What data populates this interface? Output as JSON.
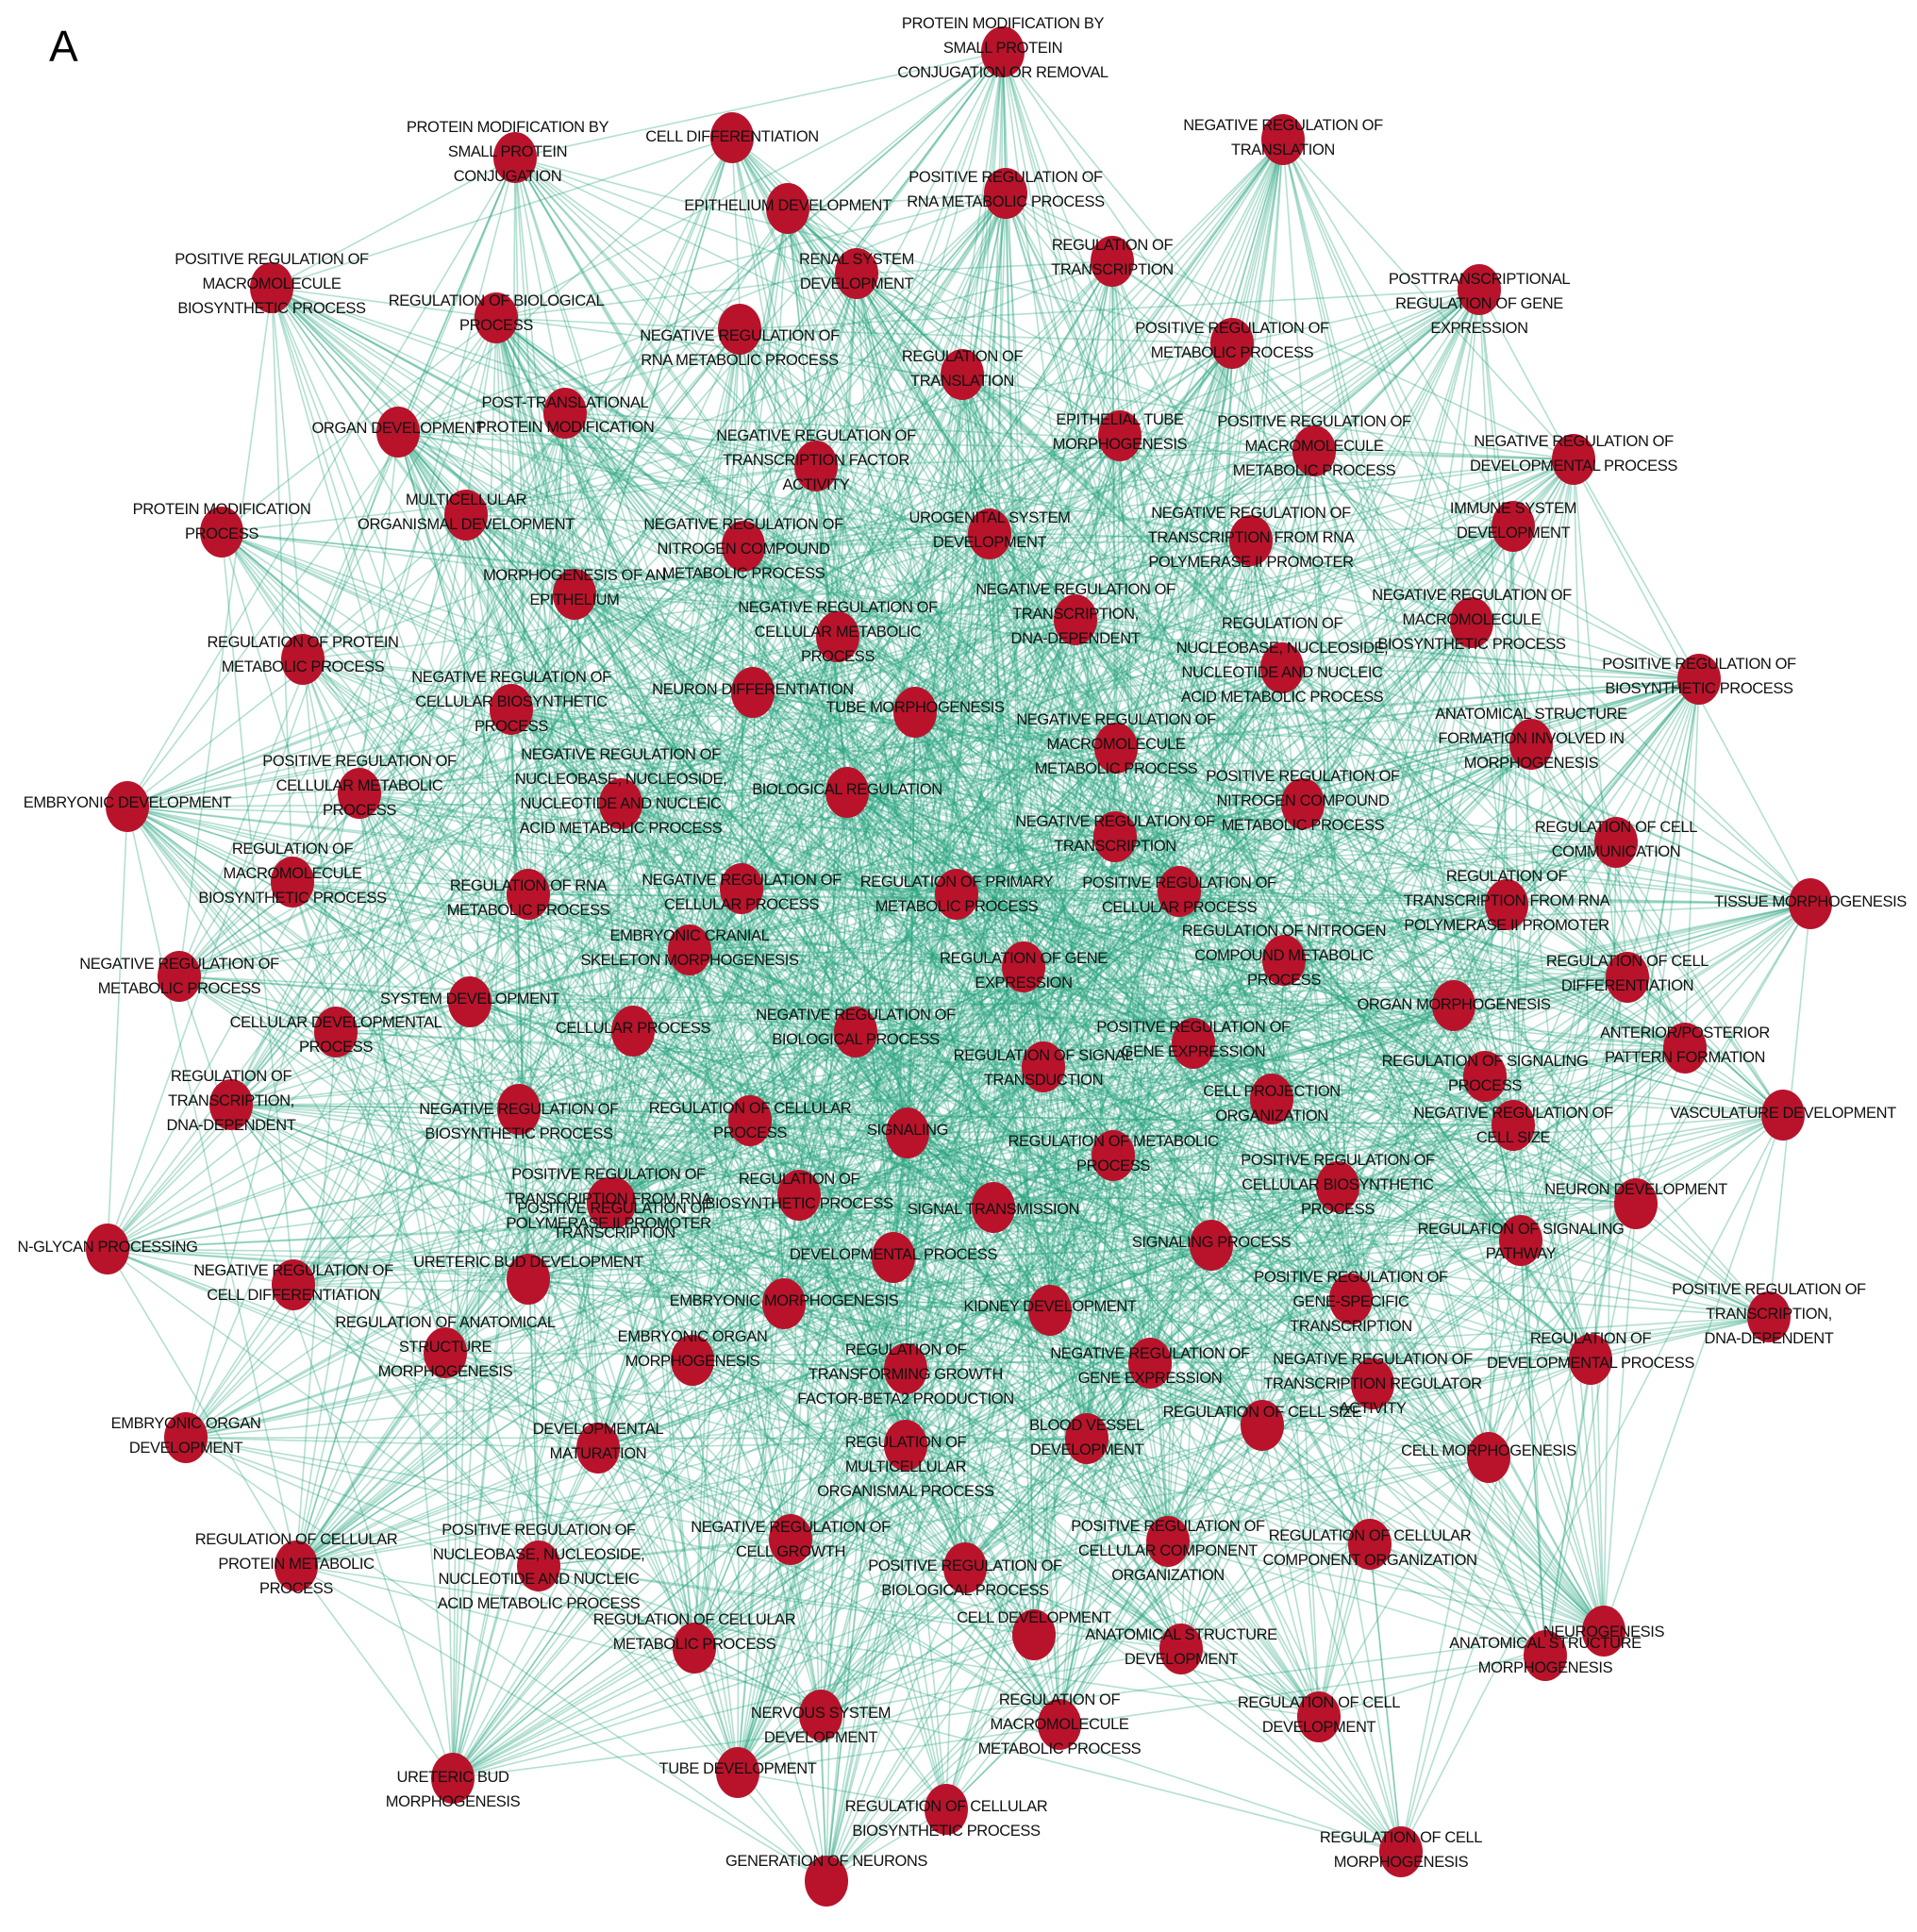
{
  "figure": {
    "panel_letter": "A",
    "node_color": "#b8132b",
    "edge_color": "#26a37f",
    "node_labels": [
      [
        "PROTEIN MODIFICATION BY",
        "SMALL PROTEIN",
        "CONJUGATION OR REMOVAL"
      ],
      [
        "PROTEIN MODIFICATION BY",
        "SMALL PROTEIN",
        "CONJUGATION"
      ],
      [
        "CELL DIFFERENTIATION"
      ],
      [
        "NEGATIVE REGULATION OF",
        "TRANSLATION"
      ],
      [
        "POSITIVE REGULATION OF",
        "RNA METABOLIC PROCESS"
      ],
      [
        "EPITHELIUM DEVELOPMENT"
      ],
      [
        "POSITIVE REGULATION OF",
        "MACROMOLECULE",
        "BIOSYNTHETIC PROCESS"
      ],
      [
        "RENAL SYSTEM",
        "DEVELOPMENT"
      ],
      [
        "REGULATION OF",
        "TRANSCRIPTION"
      ],
      [
        "POSTTRANSCRIPTIONAL",
        "REGULATION OF GENE",
        "EXPRESSION"
      ],
      [
        "REGULATION OF BIOLOGICAL",
        "PROCESS"
      ],
      [
        "NEGATIVE REGULATION OF",
        "RNA METABOLIC PROCESS"
      ],
      [
        "POSITIVE REGULATION OF",
        "METABOLIC PROCESS"
      ],
      [
        "REGULATION OF",
        "TRANSLATION"
      ],
      [
        "ORGAN DEVELOPMENT"
      ],
      [
        "POST-TRANSLATIONAL",
        "PROTEIN MODIFICATION"
      ],
      [
        "NEGATIVE REGULATION OF",
        "TRANSCRIPTION FACTOR",
        "ACTIVITY"
      ],
      [
        "EPITHELIAL TUBE",
        "MORPHOGENESIS"
      ],
      [
        "POSITIVE REGULATION OF",
        "MACROMOLECULE",
        "METABOLIC PROCESS"
      ],
      [
        "NEGATIVE REGULATION OF",
        "DEVELOPMENTAL PROCESS"
      ],
      [
        "PROTEIN MODIFICATION",
        "PROCESS"
      ],
      [
        "MULTICELLULAR",
        "ORGANISMAL DEVELOPMENT"
      ],
      [
        "NEGATIVE REGULATION OF",
        "NITROGEN COMPOUND",
        "METABOLIC PROCESS"
      ],
      [
        "UROGENITAL SYSTEM",
        "DEVELOPMENT"
      ],
      [
        "NEGATIVE REGULATION OF",
        "TRANSCRIPTION FROM RNA",
        "POLYMERASE II PROMOTER"
      ],
      [
        "IMMUNE SYSTEM",
        "DEVELOPMENT"
      ],
      [
        "MORPHOGENESIS OF AN",
        "EPITHELIUM"
      ],
      [
        "NEGATIVE REGULATION OF",
        "TRANSCRIPTION,",
        "DNA-DEPENDENT"
      ],
      [
        "NEGATIVE REGULATION OF",
        "MACROMOLECULE",
        "BIOSYNTHETIC PROCESS"
      ],
      [
        "REGULATION OF PROTEIN",
        "METABOLIC PROCESS"
      ],
      [
        "NEGATIVE REGULATION OF",
        "CELLULAR METABOLIC",
        "PROCESS"
      ],
      [
        "REGULATION OF",
        "NUCLEOBASE, NUCLEOSIDE,",
        "NUCLEOTIDE AND NUCLEIC",
        "ACID METABOLIC PROCESS"
      ],
      [
        "POSITIVE REGULATION OF",
        "BIOSYNTHETIC PROCESS"
      ],
      [
        "NEGATIVE REGULATION OF",
        "CELLULAR BIOSYNTHETIC",
        "PROCESS"
      ],
      [
        "NEURON DIFFERENTIATION"
      ],
      [
        "TUBE MORPHOGENESIS"
      ],
      [
        "ANATOMICAL STRUCTURE",
        "FORMATION INVOLVED IN",
        "MORPHOGENESIS"
      ],
      [
        "NEGATIVE REGULATION OF",
        "MACROMOLECULE",
        "METABOLIC PROCESS"
      ],
      [
        "POSITIVE REGULATION OF",
        "CELLULAR METABOLIC",
        "PROCESS"
      ],
      [
        "NEGATIVE REGULATION OF",
        "NUCLEOBASE, NUCLEOSIDE,",
        "NUCLEOTIDE AND NUCLEIC",
        "ACID METABOLIC PROCESS"
      ],
      [
        "POSITIVE REGULATION OF",
        "NITROGEN COMPOUND",
        "METABOLIC PROCESS"
      ],
      [
        "EMBRYONIC DEVELOPMENT"
      ],
      [
        "BIOLOGICAL REGULATION"
      ],
      [
        "REGULATION OF CELL",
        "COMMUNICATION"
      ],
      [
        "NEGATIVE REGULATION OF",
        "TRANSCRIPTION"
      ],
      [
        "REGULATION OF",
        "MACROMOLECULE",
        "BIOSYNTHETIC PROCESS"
      ],
      [
        "TISSUE MORPHOGENESIS"
      ],
      [
        "REGULATION OF",
        "TRANSCRIPTION FROM RNA",
        "POLYMERASE II PROMOTER"
      ],
      [
        "REGULATION OF RNA",
        "METABOLIC PROCESS"
      ],
      [
        "NEGATIVE REGULATION OF",
        "CELLULAR PROCESS"
      ],
      [
        "REGULATION OF PRIMARY",
        "METABOLIC PROCESS"
      ],
      [
        "POSITIVE REGULATION OF",
        "CELLULAR PROCESS"
      ],
      [
        "REGULATION OF NITROGEN",
        "COMPOUND METABOLIC",
        "PROCESS"
      ],
      [
        "EMBRYONIC CRANIAL",
        "SKELETON MORPHOGENESIS"
      ],
      [
        "NEGATIVE REGULATION OF",
        "METABOLIC PROCESS"
      ],
      [
        "REGULATION OF GENE",
        "EXPRESSION"
      ],
      [
        "REGULATION OF CELL",
        "DIFFERENTIATION"
      ],
      [
        "SYSTEM DEVELOPMENT"
      ],
      [
        "ORGAN MORPHOGENESIS"
      ],
      [
        "CELLULAR DEVELOPMENTAL",
        "PROCESS"
      ],
      [
        "CELLULAR PROCESS"
      ],
      [
        "NEGATIVE REGULATION OF",
        "BIOLOGICAL PROCESS"
      ],
      [
        "ANTERIOR/POSTERIOR",
        "PATTERN FORMATION"
      ],
      [
        "POSITIVE REGULATION OF",
        "GENE EXPRESSION"
      ],
      [
        "REGULATION OF SIGNAL",
        "TRANSDUCTION"
      ],
      [
        "REGULATION OF SIGNALING",
        "PROCESS"
      ],
      [
        "REGULATION OF",
        "TRANSCRIPTION,",
        "DNA-DEPENDENT"
      ],
      [
        "CELL PROJECTION",
        "ORGANIZATION"
      ],
      [
        "NEGATIVE REGULATION OF",
        "BIOSYNTHETIC PROCESS"
      ],
      [
        "REGULATION OF CELLULAR",
        "PROCESS"
      ],
      [
        "SIGNALING"
      ],
      [
        "VASCULATURE DEVELOPMENT"
      ],
      [
        "NEGATIVE REGULATION OF",
        "CELL SIZE"
      ],
      [
        "REGULATION OF METABOLIC",
        "PROCESS"
      ],
      [
        "POSITIVE REGULATION OF",
        "TRANSCRIPTION FROM RNA",
        "POLYMERASE II PROMOTER"
      ],
      [
        "POSITIVE REGULATION OF",
        "CELLULAR BIOSYNTHETIC",
        "PROCESS"
      ],
      [
        "REGULATION OF",
        "BIOSYNTHETIC PROCESS"
      ],
      [
        "POSITIVE REGULATION OF",
        "TRANSCRIPTION"
      ],
      [
        "NEURON DEVELOPMENT"
      ],
      [
        "SIGNAL TRANSMISSION"
      ],
      [
        "REGULATION OF SIGNALING",
        "PATHWAY"
      ],
      [
        "N-GLYCAN PROCESSING"
      ],
      [
        "SIGNALING PROCESS"
      ],
      [
        "DEVELOPMENTAL PROCESS"
      ],
      [
        "NEGATIVE REGULATION OF",
        "CELL DIFFERENTIATION"
      ],
      [
        "URETERIC BUD DEVELOPMENT"
      ],
      [
        "POSITIVE REGULATION OF",
        "GENE-SPECIFIC",
        "TRANSCRIPTION"
      ],
      [
        "POSITIVE REGULATION OF",
        "TRANSCRIPTION,",
        "DNA-DEPENDENT"
      ],
      [
        "EMBRYONIC MORPHOGENESIS"
      ],
      [
        "KIDNEY DEVELOPMENT"
      ],
      [
        "REGULATION OF ANATOMICAL",
        "STRUCTURE",
        "MORPHOGENESIS"
      ],
      [
        "EMBRYONIC ORGAN",
        "MORPHOGENESIS"
      ],
      [
        "REGULATION OF",
        "TRANSFORMING GROWTH",
        "FACTOR-BETA2 PRODUCTION"
      ],
      [
        "NEGATIVE REGULATION OF",
        "GENE EXPRESSION"
      ],
      [
        "NEGATIVE REGULATION OF",
        "TRANSCRIPTION REGULATOR",
        "ACTIVITY"
      ],
      [
        "REGULATION OF",
        "DEVELOPMENTAL PROCESS"
      ],
      [
        "EMBRYONIC ORGAN",
        "DEVELOPMENT"
      ],
      [
        "REGULATION OF",
        "MULTICELLULAR",
        "ORGANISMAL PROCESS"
      ],
      [
        "DEVELOPMENTAL",
        "MATURATION"
      ],
      [
        "BLOOD VESSEL",
        "DEVELOPMENT"
      ],
      [
        "REGULATION OF CELL SIZE"
      ],
      [
        "CELL MORPHOGENESIS"
      ],
      [
        "REGULATION OF CELLULAR",
        "PROTEIN METABOLIC",
        "PROCESS"
      ],
      [
        "POSITIVE REGULATION OF",
        "NUCLEOBASE, NUCLEOSIDE,",
        "NUCLEOTIDE AND NUCLEIC",
        "ACID METABOLIC PROCESS"
      ],
      [
        "NEGATIVE REGULATION OF",
        "CELL GROWTH"
      ],
      [
        "POSITIVE REGULATION OF",
        "CELLULAR COMPONENT",
        "ORGANIZATION"
      ],
      [
        "REGULATION OF CELLULAR",
        "COMPONENT ORGANIZATION"
      ],
      [
        "POSITIVE REGULATION OF",
        "BIOLOGICAL PROCESS"
      ],
      [
        "REGULATION OF CELLULAR",
        "METABOLIC PROCESS"
      ],
      [
        "ANATOMICAL STRUCTURE",
        "DEVELOPMENT"
      ],
      [
        "ANATOMICAL STRUCTURE",
        "MORPHOGENESIS"
      ],
      [
        "CELL DEVELOPMENT"
      ],
      [
        "NERVOUS SYSTEM",
        "DEVELOPMENT"
      ],
      [
        "REGULATION OF",
        "MACROMOLECULE",
        "METABOLIC PROCESS"
      ],
      [
        "REGULATION OF CELL",
        "DEVELOPMENT"
      ],
      [
        "NEUROGENESIS"
      ],
      [
        "URETERIC BUD",
        "MORPHOGENESIS"
      ],
      [
        "TUBE DEVELOPMENT"
      ],
      [
        "REGULATION OF CELLULAR",
        "BIOSYNTHETIC PROCESS"
      ],
      [
        "REGULATION OF CELL",
        "MORPHOGENESIS"
      ],
      [
        "GENERATION OF NEURONS"
      ]
    ]
  }
}
